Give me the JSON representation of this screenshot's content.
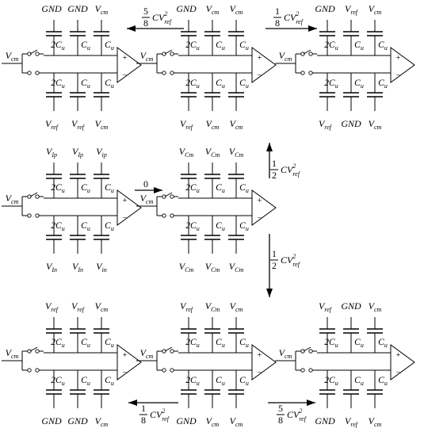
{
  "circuits": [
    {
      "top": [
        {
          "b": "GND",
          "s": ""
        },
        {
          "b": "GND",
          "s": ""
        },
        {
          "b": "V",
          "s": "cm"
        }
      ],
      "bot": [
        {
          "b": "V",
          "s": "ref"
        },
        {
          "b": "V",
          "s": "ref"
        },
        {
          "b": "V",
          "s": "cm"
        }
      ],
      "caps_top": [
        {
          "c": "2C",
          "s": "u"
        },
        {
          "c": "C",
          "s": "u"
        },
        {
          "c": "C",
          "s": "u"
        }
      ],
      "caps_bot": [
        {
          "c": "2C",
          "s": "u"
        },
        {
          "c": "C",
          "s": "u"
        },
        {
          "c": "C",
          "s": "u"
        }
      ],
      "input": {
        "b": "V",
        "s": "cm"
      },
      "amp_plus": "+",
      "amp_minus": "−"
    },
    {
      "top": [
        {
          "b": "GND",
          "s": ""
        },
        {
          "b": "V",
          "s": "cm"
        },
        {
          "b": "V",
          "s": "cm"
        }
      ],
      "bot": [
        {
          "b": "V",
          "s": "ref"
        },
        {
          "b": "V",
          "s": "cm"
        },
        {
          "b": "V",
          "s": "cm"
        }
      ],
      "caps_top": [
        {
          "c": "2C",
          "s": "u"
        },
        {
          "c": "C",
          "s": "u"
        },
        {
          "c": "C",
          "s": "u"
        }
      ],
      "caps_bot": [
        {
          "c": "2C",
          "s": "u"
        },
        {
          "c": "C",
          "s": "u"
        },
        {
          "c": "C",
          "s": "u"
        }
      ],
      "input": {
        "b": "V",
        "s": "cm"
      },
      "amp_plus": "+",
      "amp_minus": "−"
    },
    {
      "top": [
        {
          "b": "GND",
          "s": ""
        },
        {
          "b": "V",
          "s": "ref"
        },
        {
          "b": "V",
          "s": "cm"
        }
      ],
      "bot": [
        {
          "b": "V",
          "s": "ref"
        },
        {
          "b": "GND",
          "s": ""
        },
        {
          "b": "V",
          "s": "cm"
        }
      ],
      "caps_top": [
        {
          "c": "2C",
          "s": "u"
        },
        {
          "c": "C",
          "s": "u"
        },
        {
          "c": "C",
          "s": "u"
        }
      ],
      "caps_bot": [
        {
          "c": "2C",
          "s": "u"
        },
        {
          "c": "C",
          "s": "u"
        },
        {
          "c": "C",
          "s": "u"
        }
      ],
      "input": {
        "b": "V",
        "s": "cm"
      },
      "amp_plus": "+",
      "amp_minus": "−"
    },
    {
      "top": [
        {
          "b": "V",
          "s": "Ip"
        },
        {
          "b": "V",
          "s": "Ip"
        },
        {
          "b": "V",
          "s": "ip"
        }
      ],
      "bot": [
        {
          "b": "V",
          "s": "In"
        },
        {
          "b": "V",
          "s": "In"
        },
        {
          "b": "V",
          "s": "in"
        }
      ],
      "caps_top": [
        {
          "c": "2C",
          "s": "u"
        },
        {
          "c": "C",
          "s": "u"
        },
        {
          "c": "C",
          "s": "u"
        }
      ],
      "caps_bot": [
        {
          "c": "2C",
          "s": "u"
        },
        {
          "c": "C",
          "s": "u"
        },
        {
          "c": "C",
          "s": "u"
        }
      ],
      "input": {
        "b": "V",
        "s": "cm"
      },
      "amp_plus": "+",
      "amp_minus": "−"
    },
    {
      "top": [
        {
          "b": "V",
          "s": "Cm"
        },
        {
          "b": "V",
          "s": "Cm"
        },
        {
          "b": "V",
          "s": "Cm"
        }
      ],
      "bot": [
        {
          "b": "V",
          "s": "Cm"
        },
        {
          "b": "V",
          "s": "Cm"
        },
        {
          "b": "V",
          "s": "Cm"
        }
      ],
      "caps_top": [
        {
          "c": "2C",
          "s": "u"
        },
        {
          "c": "C",
          "s": "u"
        },
        {
          "c": "C",
          "s": "u"
        }
      ],
      "caps_bot": [
        {
          "c": "2C",
          "s": "u"
        },
        {
          "c": "C",
          "s": "u"
        },
        {
          "c": "C",
          "s": "u"
        }
      ],
      "input": {
        "b": "V",
        "s": "cm"
      },
      "amp_plus": "+",
      "amp_minus": "−"
    },
    {
      "top": [
        {
          "b": "V",
          "s": "ref"
        },
        {
          "b": "V",
          "s": "ref"
        },
        {
          "b": "V",
          "s": "cm"
        }
      ],
      "bot": [
        {
          "b": "GND",
          "s": ""
        },
        {
          "b": "GND",
          "s": ""
        },
        {
          "b": "V",
          "s": "cm"
        }
      ],
      "caps_top": [
        {
          "c": "2C",
          "s": "u"
        },
        {
          "c": "C",
          "s": "u"
        },
        {
          "c": "C",
          "s": "u"
        }
      ],
      "caps_bot": [
        {
          "c": "2C",
          "s": "u"
        },
        {
          "c": "C",
          "s": "u"
        },
        {
          "c": "C",
          "s": "u"
        }
      ],
      "input": {
        "b": "V",
        "s": "cm"
      },
      "amp_plus": "+",
      "amp_minus": "−"
    },
    {
      "top": [
        {
          "b": "V",
          "s": "ref"
        },
        {
          "b": "V",
          "s": "Cm"
        },
        {
          "b": "V",
          "s": "cm"
        }
      ],
      "bot": [
        {
          "b": "GND",
          "s": ""
        },
        {
          "b": "V",
          "s": "cm"
        },
        {
          "b": "V",
          "s": "cm"
        }
      ],
      "caps_top": [
        {
          "c": "2C",
          "s": "u"
        },
        {
          "c": "C",
          "s": "u"
        },
        {
          "c": "C",
          "s": "u"
        }
      ],
      "caps_bot": [
        {
          "c": "2C",
          "s": "u"
        },
        {
          "c": "C",
          "s": "u"
        },
        {
          "c": "C",
          "s": "u"
        }
      ],
      "input": {
        "b": "V",
        "s": "cm"
      },
      "amp_plus": "+",
      "amp_minus": "−"
    },
    {
      "top": [
        {
          "b": "V",
          "s": "ref"
        },
        {
          "b": "GND",
          "s": ""
        },
        {
          "b": "V",
          "s": "cm"
        }
      ],
      "bot": [
        {
          "b": "GND",
          "s": ""
        },
        {
          "b": "V",
          "s": "ref"
        },
        {
          "b": "V",
          "s": "cm"
        }
      ],
      "caps_top": [
        {
          "c": "2C",
          "s": "u"
        },
        {
          "c": "C",
          "s": "u"
        },
        {
          "c": "C",
          "s": "u"
        }
      ],
      "caps_bot": [
        {
          "c": "2C",
          "s": "u"
        },
        {
          "c": "C",
          "s": "u"
        },
        {
          "c": "C",
          "s": "u"
        }
      ],
      "input": {
        "b": "V",
        "s": "cm"
      },
      "amp_plus": "+",
      "amp_minus": "−"
    }
  ],
  "transitions": [
    {
      "num": "5",
      "den": "8",
      "expr": "CV",
      "sup": "2",
      "sub": "ref"
    },
    {
      "num": "1",
      "den": "8",
      "expr": "CV",
      "sup": "2",
      "sub": "ref"
    },
    {
      "num": "",
      "den": "",
      "expr": "0",
      "sup": "",
      "sub": ""
    },
    {
      "num": "1",
      "den": "2",
      "expr": "CV",
      "sup": "2",
      "sub": "ref"
    },
    {
      "num": "1",
      "den": "2",
      "expr": "CV",
      "sup": "2",
      "sub": "ref"
    },
    {
      "num": "1",
      "den": "8",
      "expr": "CV",
      "sup": "2",
      "sub": "ref"
    },
    {
      "num": "5",
      "den": "8",
      "expr": "CV",
      "sup": "2",
      "sub": "ref"
    }
  ]
}
